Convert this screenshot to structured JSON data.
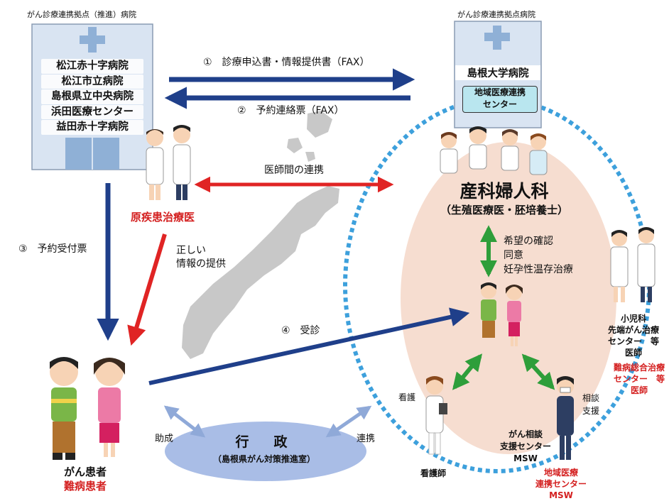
{
  "left_hospital": {
    "caption": "がん診療連携拠点（推進）病院",
    "hospitals": [
      "松江赤十字病院",
      "松江市立病院",
      "島根県立中央病院",
      "浜田医療センター",
      "益田赤十字病院"
    ],
    "doctor_label": "原疾患治療医"
  },
  "right_hospital": {
    "caption": "がん診療連携拠点病院",
    "name": "島根大学病院",
    "center": "地域医療連携\nセンター"
  },
  "arrows": {
    "fax_request": "①　診療申込書・情報提供書（FAX）",
    "fax_reservation": "②　予約連絡票（FAX）",
    "doctor_link": "医師間の連携",
    "reception_slip": "③　予約受付票",
    "correct_info": "正しい\n情報の提供",
    "visit": "④　受診",
    "consent": "希望の確認\n同意\n妊孕性温存治療",
    "subsidy": "助成",
    "coordination": "連携"
  },
  "department": {
    "title": "産科婦人科",
    "subtitle": "（生殖医療医・胚培養士）"
  },
  "staff": {
    "nurse_side": "看護",
    "nurse": "看護師",
    "consult_side": "相談\n支援",
    "msw": "がん相談\n支援センター\nMSW",
    "regional_msw": "地域医療\n連携センター\nMSW",
    "pediatrics": "小児科\n先端がん治療\nセンター　等\n医師",
    "intractable": "難病総合治療\nセンター　等\n医師"
  },
  "patients": {
    "cancer": "がん患者",
    "intractable": "難病患者"
  },
  "government": {
    "title": "行　政",
    "subtitle": "（島根県がん対策推進室）"
  },
  "colors": {
    "navy_arrow": "#1f3f8a",
    "red_arrow": "#e02424",
    "green_arrow": "#2e9e3a",
    "light_arrow": "#8fa9d8",
    "dotted_circle": "#3da0dc",
    "peach": "#f6ddd0",
    "gov_ellipse": "#a9bde6",
    "building": "#d9e4f2"
  }
}
